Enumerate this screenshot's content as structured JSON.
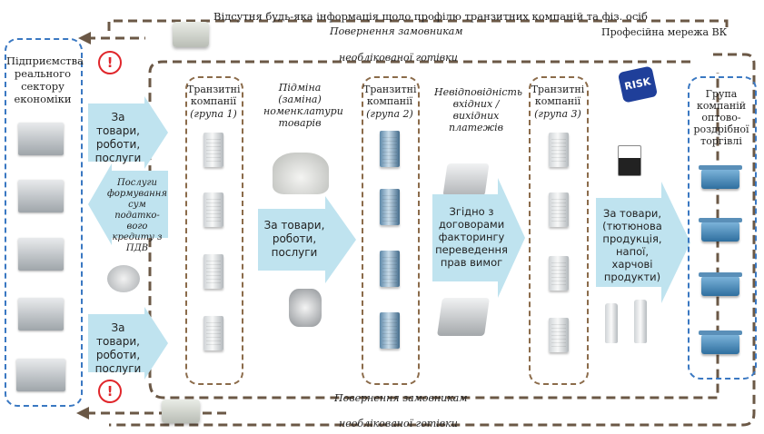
{
  "top_note": "Відсутня будь-яка інформація щодо профілю транзитних компаній та фіз. осіб",
  "return_top": "Повернення замовникам",
  "cash_top": "необлікованої готівки",
  "vk_network": "Професійна мережа ВК",
  "return_bottom": "Повернення замовникам",
  "cash_bottom": "необлікованої готівки",
  "left_group": "Підприємства реального сектору економіки",
  "arrow1": "За товари, роботи, послуги",
  "arrow_back": "Послуги формування сум податко-вого кредиту з ПДВ",
  "arrow3": "За товари, роботи, послуги",
  "transit1_title": "Транзитні компанії",
  "transit1_group": "(група 1)",
  "substitution_note": "Підміна (заміна) номенклатури товарів",
  "arrow_mid1": "За товари, роботи, послуги",
  "transit2_title": "Транзитні компанії",
  "transit2_group": "(група 2)",
  "mismatch_note": "Невідповідність вхідних / вихідних платежів",
  "arrow_mid2": "Згідно з договорами факторингу переведення прав вимог",
  "transit3_title": "Транзитні компанії",
  "transit3_group": "(група 3)",
  "risk_label": "RISK",
  "arrow_right": "За товари, (тютюнова продукція, напої, харчові продукти)",
  "right_group": "Група компаній оптово-роздрібної торгівлі",
  "warning_symbol": "!",
  "colors": {
    "dashed_brown": "#8b6b4a",
    "dashed_blue": "#3a78c2",
    "arrow_fill": "#bfe3ef",
    "warning_red": "#e0262b",
    "risk_blue": "#1f3f9a"
  }
}
